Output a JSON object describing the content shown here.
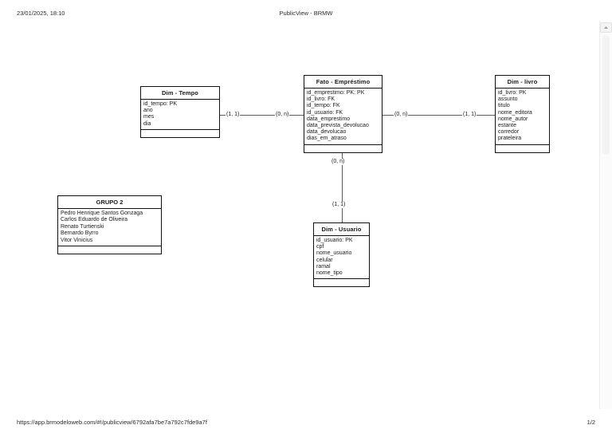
{
  "header": {
    "date": "23/01/2025, 18:10",
    "title": "PublicView - BRMW"
  },
  "footer": {
    "url": "https://app.brmodeloweb.com/#!/publicview/6792afa7be7a792c7fde9a7f",
    "page": "1/2"
  },
  "scrollbar": {
    "up_arrow_icon": "chevron-up-icon"
  },
  "diagram": {
    "entities": [
      {
        "name": "Dim - Tempo",
        "attributes": [
          "id_tempo: PK",
          "ano",
          "mes",
          "dia"
        ]
      },
      {
        "name": "Fato -  Empréstimo",
        "attributes": [
          "id_emprestimo: PK: PK",
          "id_livro: FK",
          "id_tempo: FK",
          "id_usuario: FK",
          "data_emprestimo",
          "data_prevista_devolucao",
          "data_devolucao",
          "dias_em_atraso"
        ]
      },
      {
        "name": "Dim - livro",
        "attributes": [
          "id_livro: PK",
          "assunto",
          "titulo",
          "nome_editora",
          "nome_autor",
          "estante",
          "corredor",
          "prateleira"
        ]
      },
      {
        "name": "Dim - Usuario",
        "attributes": [
          "id_usuario: PK",
          "cpf",
          "nome_usuario",
          "celular",
          "ramal",
          "nome_tipo"
        ]
      }
    ],
    "relationships": [
      {
        "from": "Dim - Tempo",
        "to": "Fato -  Empréstimo",
        "from_cardinality": "(1, 1)",
        "to_cardinality": "(0, n)"
      },
      {
        "from": "Fato -  Empréstimo",
        "to": "Dim - livro",
        "from_cardinality": "(0, n)",
        "to_cardinality": "(1, 1)"
      },
      {
        "from": "Fato -  Empréstimo",
        "to": "Dim - Usuario",
        "from_cardinality": "(0, n)",
        "to_cardinality": "(1, 1)"
      }
    ],
    "legend": {
      "title": "GRUPO 2",
      "members": [
        "Pedro Henrique Santos Gonzaga",
        "Carlos Eduardo de Oliveira",
        "Renato Turtienski",
        "Bernardo Byrro",
        "Vitor Vinicius"
      ]
    }
  }
}
